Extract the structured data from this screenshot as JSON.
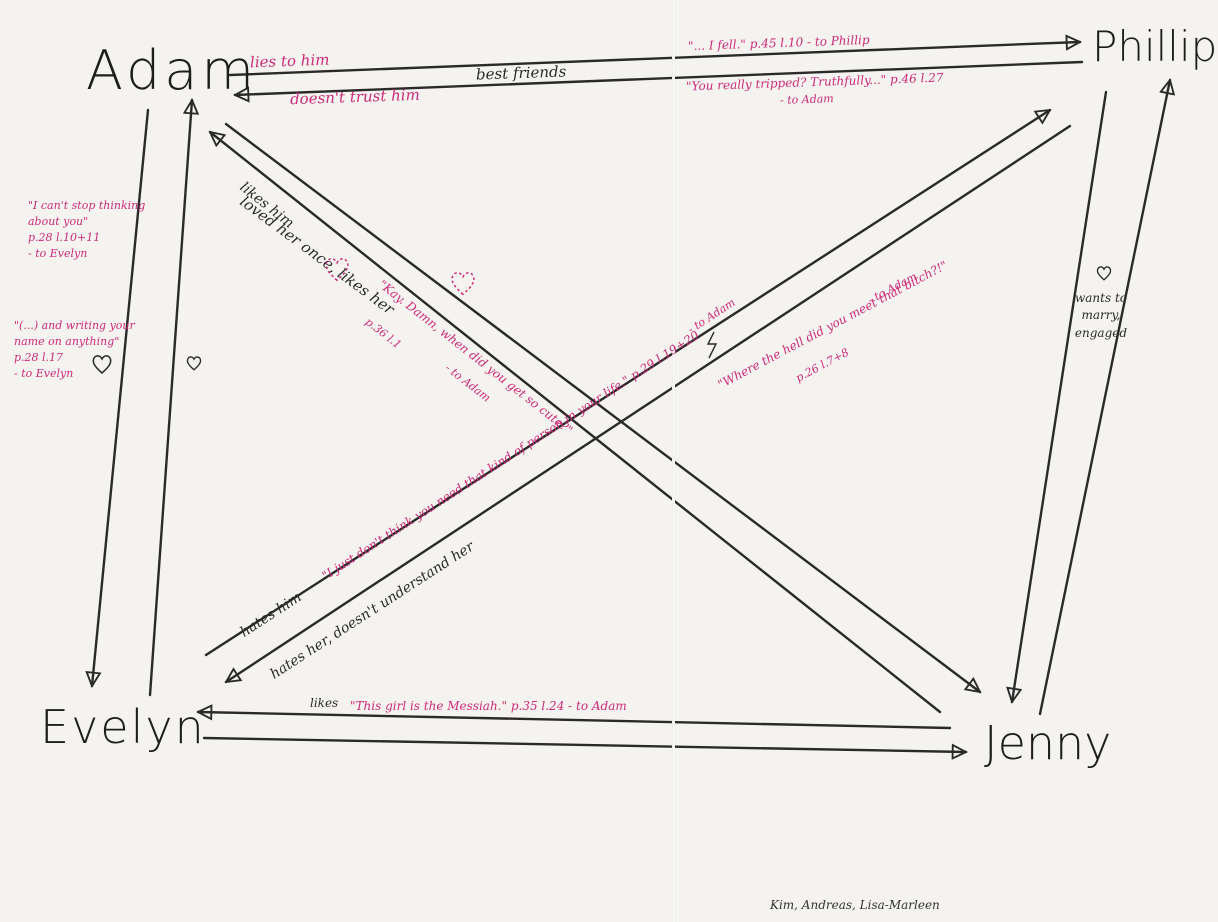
{
  "people": {
    "adam": "Adam",
    "phillip": "Phillip",
    "evelyn": "Evelyn",
    "jenny": "Jenny"
  },
  "relations": {
    "adam_phillip_top": "lies to him",
    "adam_phillip_mid": "best friends",
    "adam_phillip_bottom": "doesn't trust him",
    "adam_jenny": "loved her once, likes her",
    "jenny_adam": "likes him",
    "evelyn_phillip": "hates him",
    "phillip_evelyn": "hates her, doesn't understand her",
    "phillip_jenny": "wants to marry, engaged",
    "jenny_evelyn": "likes"
  },
  "quotes": {
    "phillip_q1": "\"... I fell.\"  p.45  l.10  - to Phillip",
    "adam_q1": "\"You really tripped? Truthfully...\"  p.46  l.27",
    "adam_q1_to": "- to Adam",
    "jenny_q1": "\"Kay. Damn, when did you get so cute?\"",
    "jenny_q1_ref": "p.36  l.1",
    "jenny_q1_to": "- to Adam",
    "evelyn_q1": "\"I just don't think you need that kind of person in your life.\"  p.29  l.19+20",
    "evelyn_q1_to": "- to Adam",
    "phillip_q2": "\"Where the hell did you meet that bitch?!\"",
    "phillip_q2_ref": "p.26  l.7+8",
    "phillip_q2_to": "- to Adam",
    "evelyn_note1": [
      "\"I can't stop thinking",
      "about you\"",
      "p.28  l.10+11",
      "- to Evelyn"
    ],
    "evelyn_note2": [
      "\"(...) and writing your",
      "name on anything\"",
      "p.28  l.17",
      "- to Evelyn"
    ],
    "jenny_q2": "\"This girl is the Messiah.\"  p.35  l.24   - to Adam",
    "lightning": "ϟ"
  },
  "credits": "Kim, Andreas, Lisa-Marleen",
  "colors": {
    "ink": "#2a2a2a",
    "accent": "#cc2a7a",
    "paper": "#f4f3ef"
  }
}
